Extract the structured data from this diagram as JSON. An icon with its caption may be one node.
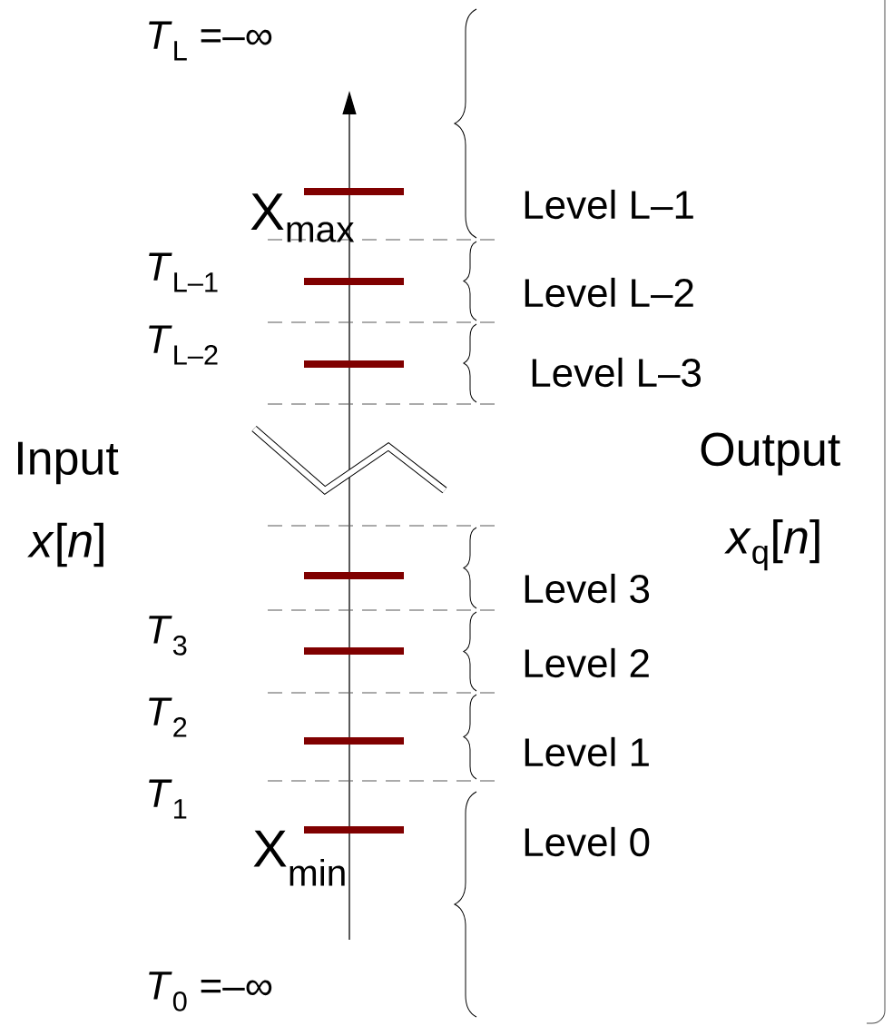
{
  "diagram": {
    "labels": [
      "*T*$_{L}$ =–∞",
      "Level L–1",
      "X$_{max}$",
      "*T*$_{L–1}$",
      "Level L–2",
      "*T*$_{L–2}$",
      "Level L–3",
      "Input",
      "Output",
      "*x*[*n*]",
      "*x*$_{q}$[*n*]",
      "Level 3",
      "*T*$_{3}$",
      "Level 2",
      "*T*$_{2}$",
      "Level 1",
      "*T*$_{1}$",
      "X$_{min}$",
      "Level 0",
      "*T*$_{0}$ =–∞"
    ]
  }
}
